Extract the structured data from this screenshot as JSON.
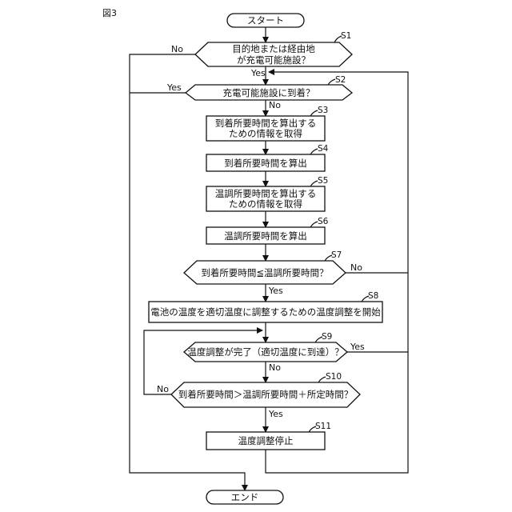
{
  "figure_label": "図3",
  "nodes": {
    "start": "スタート",
    "s1": [
      "目的地または経由地",
      "が充電可能施設？"
    ],
    "s2": "充電可能施設に到着？",
    "s3": [
      "到着所要時間を算出する",
      "ための情報を取得"
    ],
    "s4": "到着所要時間を算出",
    "s5": [
      "温調所要時間を算出する",
      "ための情報を取得"
    ],
    "s6": "温調所要時間を算出",
    "s7": "到着所要時間≦温調所要時間？",
    "s8": "電池の温度を適切温度に調整するための温度調整を開始",
    "s9": "温度調整が完了（適切温度に到達）？",
    "s10": "到着所要時間＞温調所要時間＋所定時間？",
    "s11": "温度調整停止",
    "end": "エンド"
  },
  "step_labels": {
    "s1": "S1",
    "s2": "S2",
    "s3": "S3",
    "s4": "S4",
    "s5": "S5",
    "s6": "S6",
    "s7": "S7",
    "s8": "S8",
    "s9": "S9",
    "s10": "S10",
    "s11": "S11"
  },
  "branch_labels": {
    "s1_no": "No",
    "s1_yes": "Yes",
    "s2_yes": "Yes",
    "s2_no": "No",
    "s7_no": "No",
    "s7_yes": "Yes",
    "s9_yes": "Yes",
    "s9_no": "No",
    "s10_no": "No",
    "s10_yes": "Yes"
  }
}
